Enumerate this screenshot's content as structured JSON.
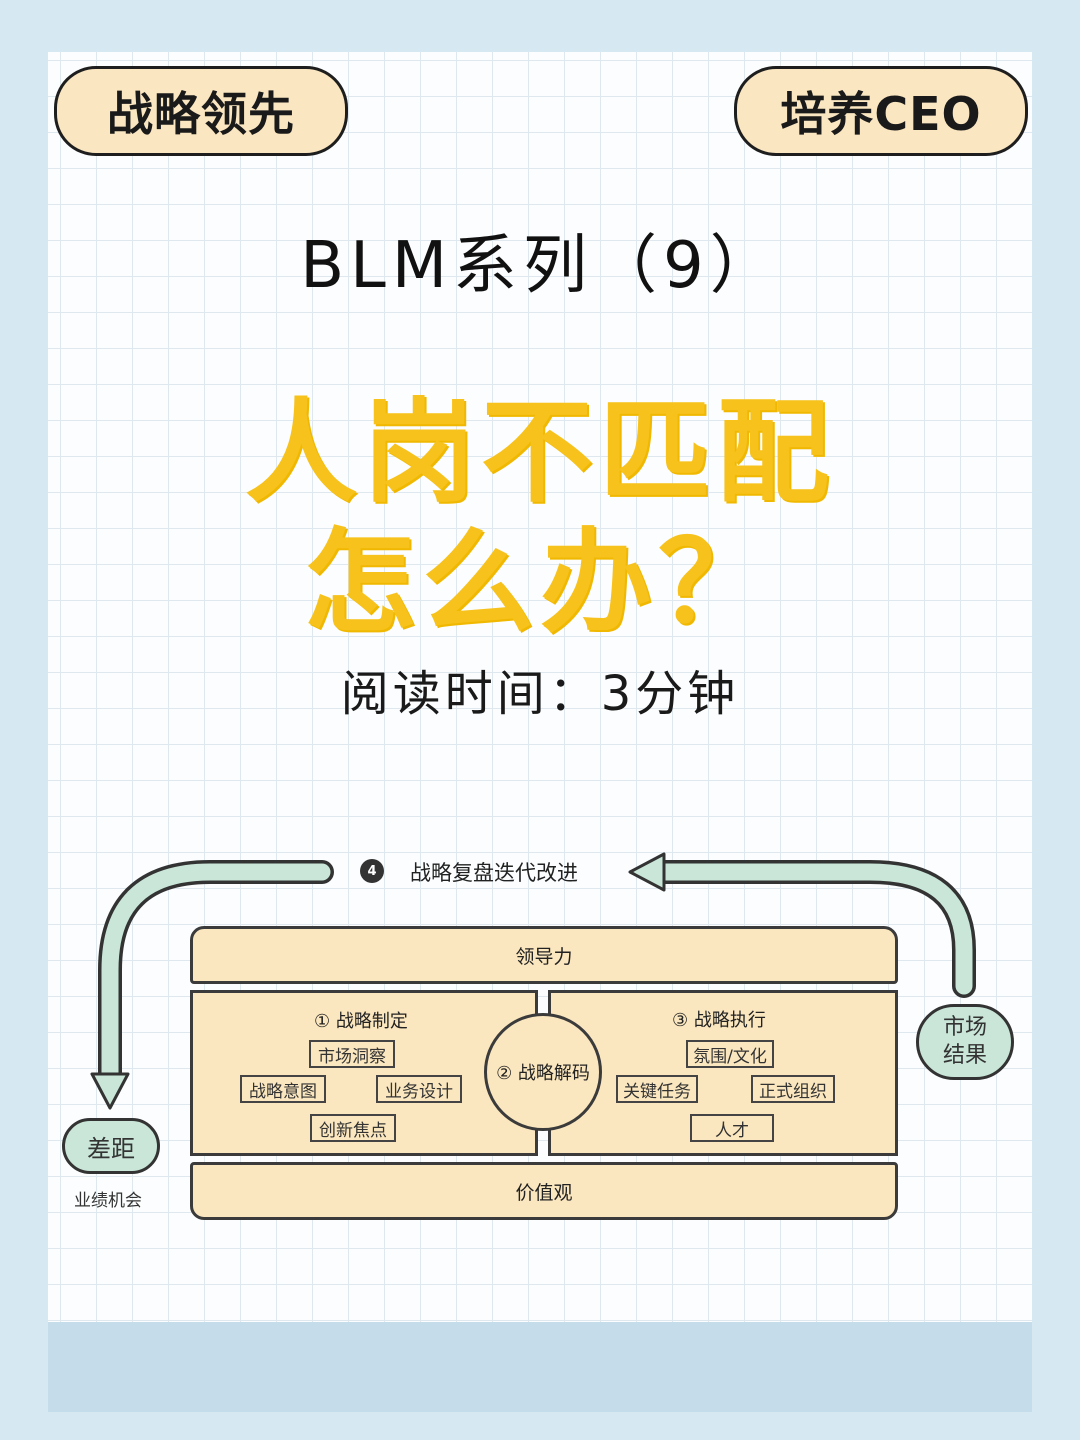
{
  "header": {
    "left_pill": "战略领先",
    "right_pill": "培养CEO"
  },
  "title": {
    "series": "BLM系列（9）",
    "headline_line1": "人岗不匹配",
    "headline_line2": "怎么办？",
    "reading_time": "阅读时间：3分钟"
  },
  "diagram": {
    "step4_number": "4",
    "step4_label": "战略复盘迭代改进",
    "top_bar": "领导力",
    "bottom_bar": "价值观",
    "left_panel": {
      "title": "① 战略制定",
      "tags": [
        "市场洞察",
        "战略意图",
        "业务设计",
        "创新焦点"
      ]
    },
    "center": "② 战略解码",
    "right_panel": {
      "title": "③ 战略执行",
      "tags": [
        "氛围/文化",
        "关键任务",
        "正式组织",
        "人才"
      ]
    },
    "gap_badge": "差距",
    "gap_caption": "业绩机会",
    "market_badge_line1": "市场",
    "market_badge_line2": "结果",
    "colors": {
      "arrow_fill": "#c9e6d9",
      "box_fill": "#fbe7bf",
      "headline": "#f7c21b"
    }
  }
}
